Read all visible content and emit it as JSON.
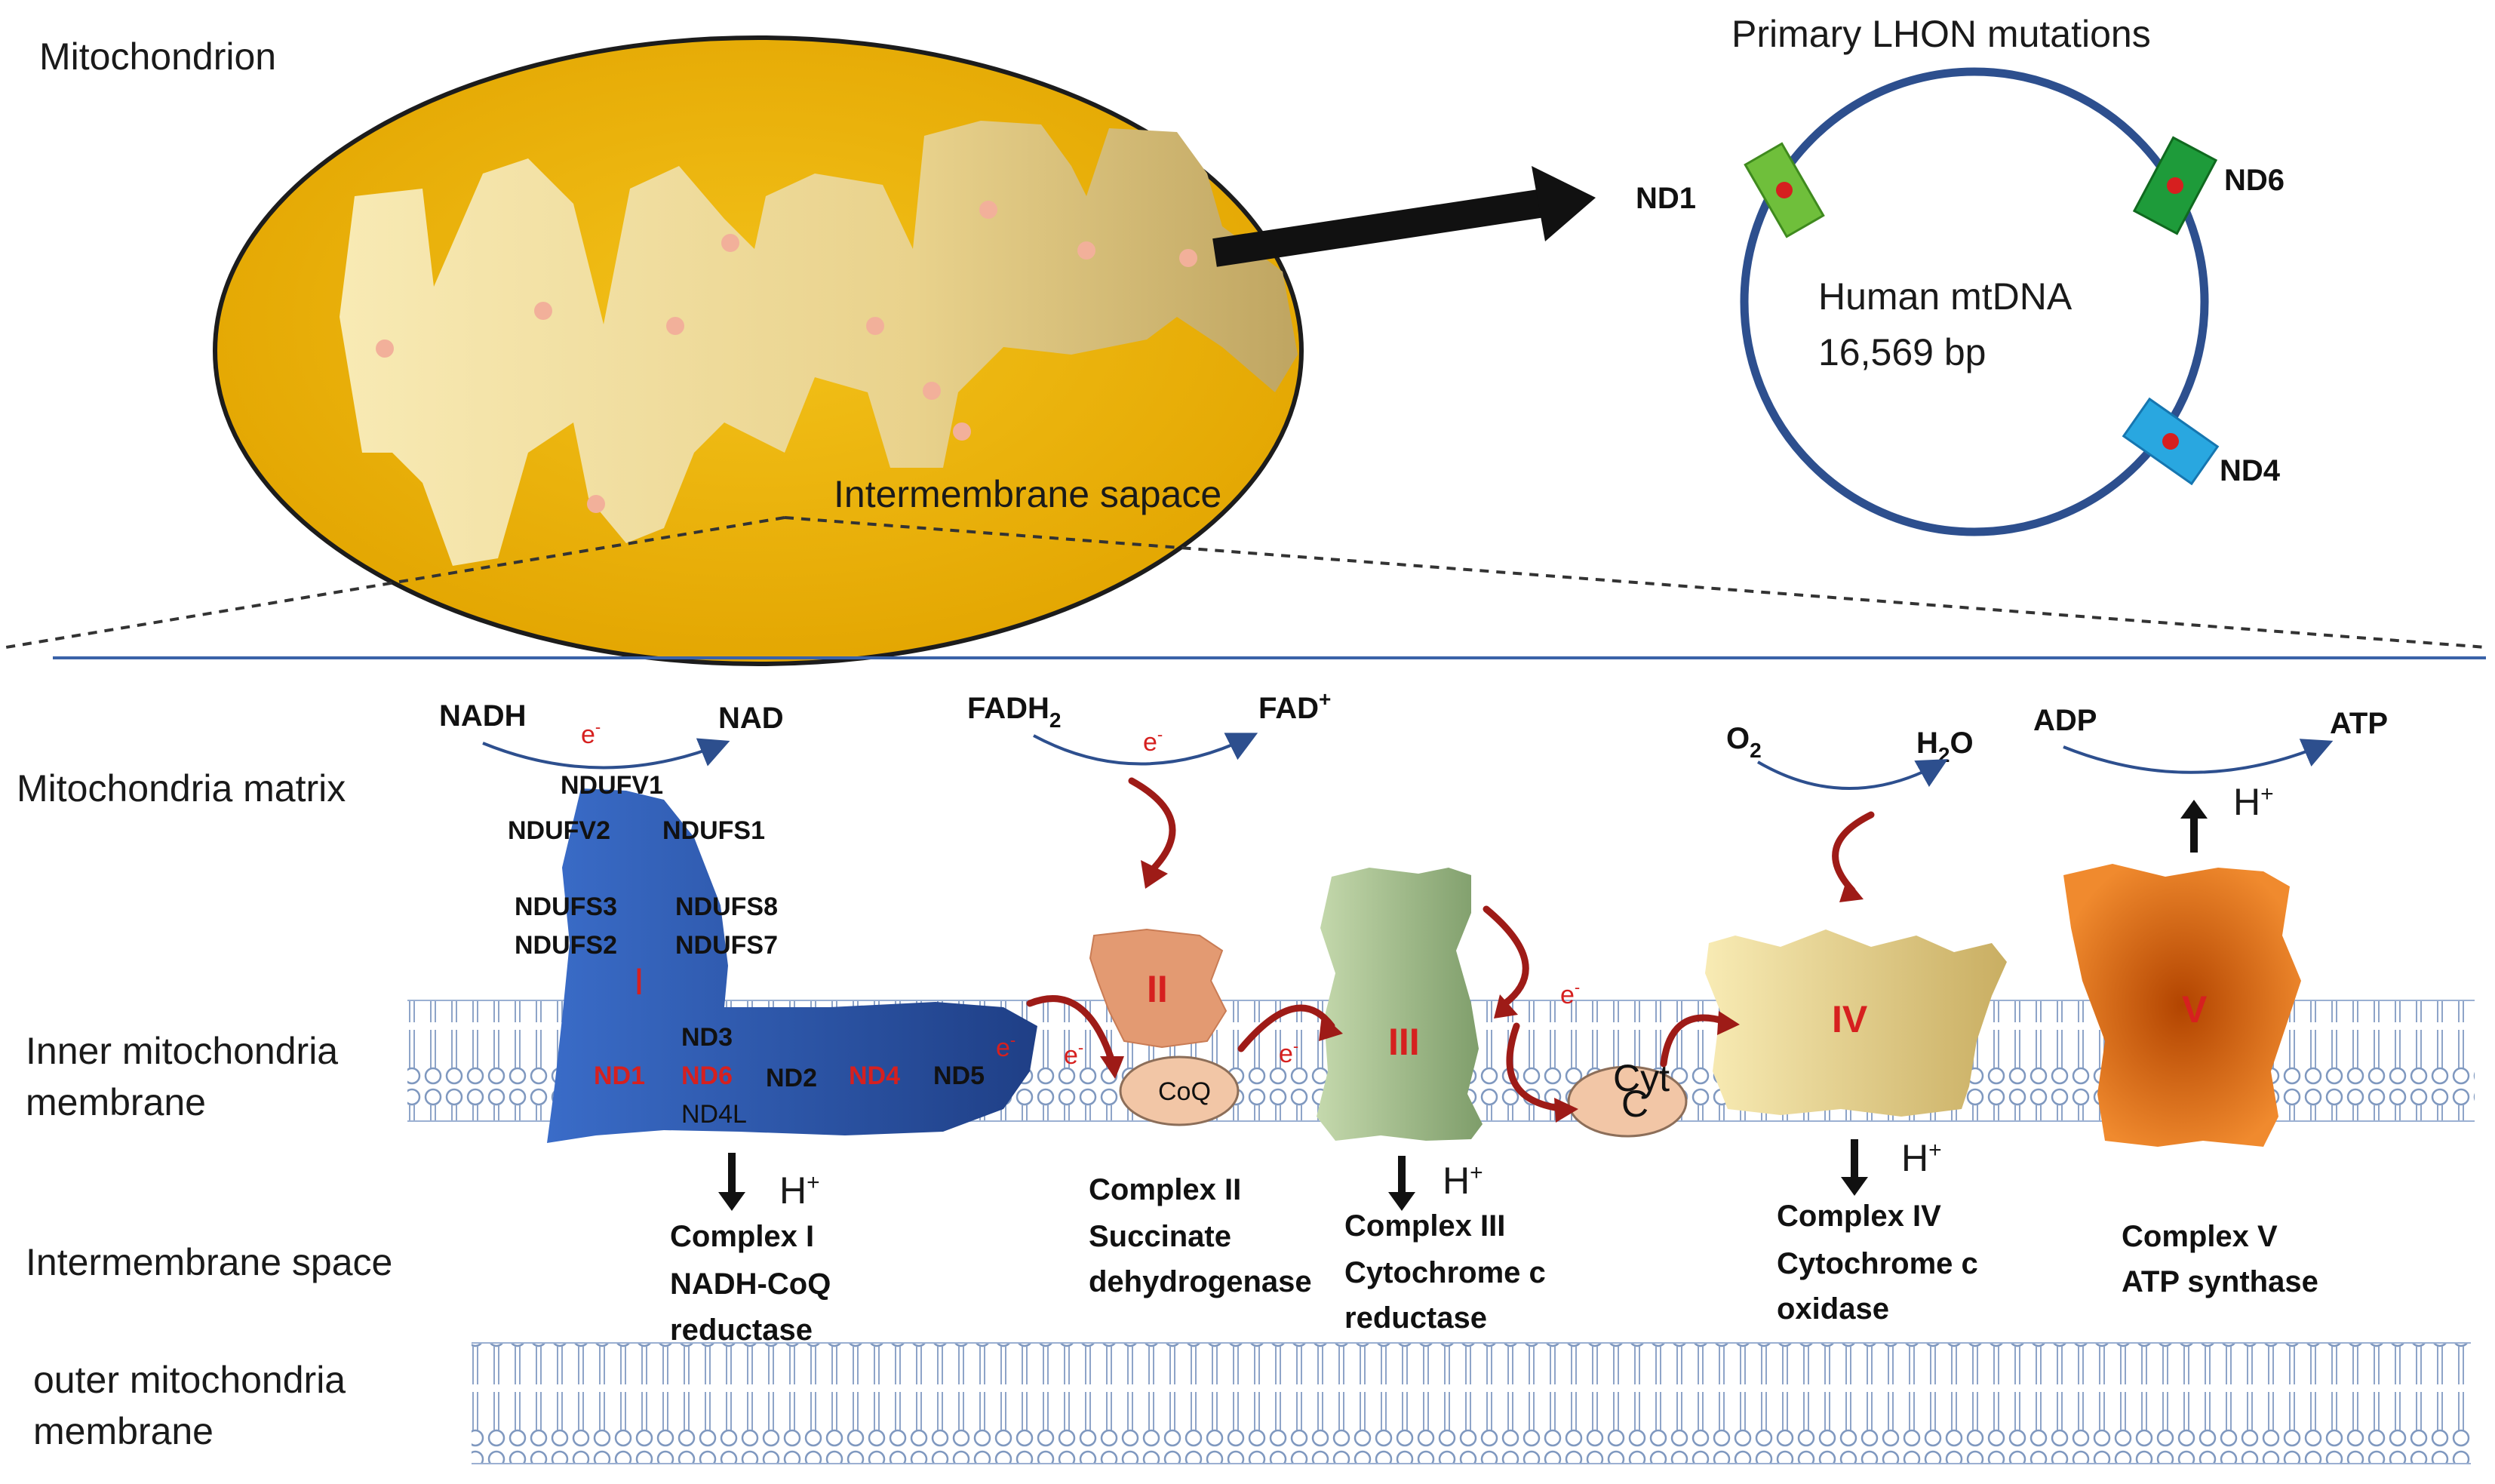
{
  "top": {
    "mitochondrion_label": "Mitochondrion",
    "intermembrane_label": "Intermembrane sapace",
    "lhon_title": "Primary LHON mutations",
    "mtdna_name": "Human mtDNA",
    "mtdna_size": "16,569 bp",
    "genes": [
      "ND1",
      "ND6",
      "ND4"
    ]
  },
  "side_labels": {
    "matrix": "Mitochondria matrix",
    "inner_membrane_1": "Inner mitochondria",
    "inner_membrane_2": "membrane",
    "intermembrane_space": "Intermembrane space",
    "outer_membrane_1": "outer mitochondria",
    "outer_membrane_2": "membrane"
  },
  "reactions": {
    "nadh": "NADH",
    "nad": "NAD",
    "fadh2": "FADH",
    "fadh2_sub": "2",
    "fad": "FAD",
    "fad_sup": "+",
    "o2": "O",
    "o2_sub": "2",
    "h2o_h": "H",
    "h2o_sub": "2",
    "h2o_o": "O",
    "adp": "ADP",
    "atp": "ATP",
    "electron": "e",
    "electron_sup": "-",
    "proton": "H",
    "proton_sup": "+"
  },
  "complex1": {
    "numeral": "I",
    "subunits_upper": [
      "NDUFV1",
      "NDUFV2",
      "NDUFS1",
      "NDUFS3",
      "NDUFS8",
      "NDUFS2",
      "NDUFS7"
    ],
    "subunits_membrane": [
      "ND3",
      "ND1",
      "ND6",
      "ND2",
      "ND4",
      "ND5",
      "ND4L"
    ],
    "caption": [
      "Complex I",
      "NADH-CoQ",
      "reductase"
    ]
  },
  "complex2": {
    "numeral": "II",
    "caption": [
      "Complex II",
      "Succinate",
      "dehydrogenase"
    ]
  },
  "coq": "CoQ",
  "complex3": {
    "numeral": "III",
    "caption": [
      "Complex III",
      "Cytochrome c",
      "reductase"
    ]
  },
  "cytc": [
    "Cyt",
    "C"
  ],
  "complex4": {
    "numeral": "IV",
    "caption": [
      "Complex IV",
      "Cytochrome c",
      "oxidase"
    ]
  },
  "complex5": {
    "numeral": "V",
    "caption": [
      "Complex V",
      "ATP synthase"
    ]
  },
  "colors": {
    "mito_outer": "#e8b000",
    "mito_inner": "#f6e3a0",
    "dna_ring": "#2d4f8e",
    "complex1": "#2f5fb5",
    "complex2": "#e3a17a",
    "complex3": "#a7c08f",
    "complex4": "#f1df9a",
    "complex5": "#e06a18",
    "arrow_red": "#9e1b17"
  }
}
